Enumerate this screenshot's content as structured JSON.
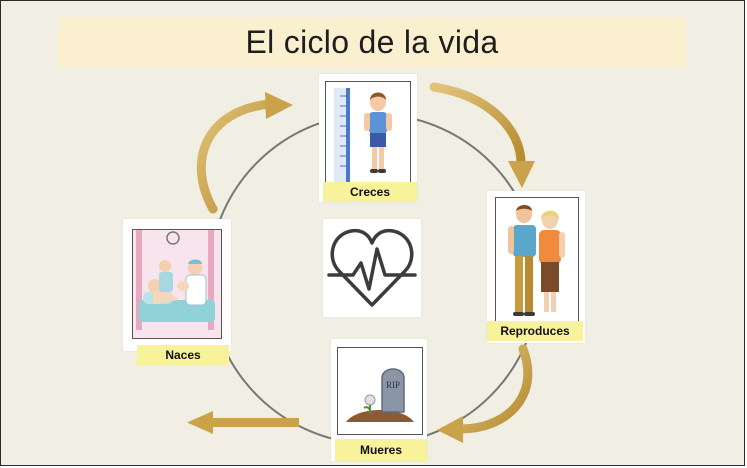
{
  "title": "El ciclo de la vida",
  "stages": [
    {
      "id": "creces",
      "label": "Creces"
    },
    {
      "id": "reproduces",
      "label": "Reproduces"
    },
    {
      "id": "mueres",
      "label": "Mueres"
    },
    {
      "id": "naces",
      "label": "Naces"
    }
  ],
  "tombstone_text": "RIP",
  "colors": {
    "background": "#f1eee3",
    "title_band": "#faefcf",
    "label_fill": "#f8f39a",
    "arrow_gold": "#c9a24a",
    "circle": "#777777"
  }
}
